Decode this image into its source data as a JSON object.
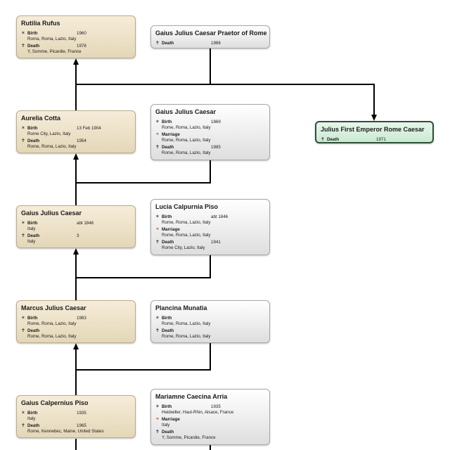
{
  "people": [
    {
      "id": "rutilia",
      "name": "Rutilia Rufus",
      "style": "tan",
      "events": [
        {
          "type": "birth",
          "label": "Birth",
          "date": "1960",
          "place": "Roma, Roma, Lazio, Italy"
        },
        {
          "type": "death",
          "label": "Death",
          "date": "1978",
          "place": "Y, Somme, Picardie, France"
        }
      ]
    },
    {
      "id": "gjc-praetor",
      "name": "Gaius Julius Caesar Praetor of Rome",
      "style": "gray",
      "events": [
        {
          "type": "death",
          "label": "Death",
          "date": "1986",
          "place": ""
        }
      ]
    },
    {
      "id": "aurelia",
      "name": "Aurelia Cotta",
      "style": "tan",
      "events": [
        {
          "type": "birth",
          "label": "Birth",
          "date": "13 Feb 1904",
          "place": "Rome City, Lazio, Italy"
        },
        {
          "type": "death",
          "label": "Death",
          "date": "1954",
          "place": "Rome, Roma, Lazio, Italy"
        }
      ]
    },
    {
      "id": "gjc-2",
      "name": "Gaius Julius Caesar",
      "style": "gray",
      "events": [
        {
          "type": "birth",
          "label": "Birth",
          "date": "1869",
          "place": "Rome, Roma, Lazio, Italy"
        },
        {
          "type": "marriage",
          "label": "Marriage",
          "date": "",
          "place": "Rome, Roma, Lazio, Italy"
        },
        {
          "type": "death",
          "label": "Death",
          "date": "1985",
          "place": "Rome, Roma, Lazio, Italy"
        }
      ]
    },
    {
      "id": "julius-first",
      "name": "Julius First Emperor Rome Caesar",
      "style": "green",
      "events": [
        {
          "type": "death",
          "label": "Death",
          "date": "1971",
          "place": ""
        }
      ]
    },
    {
      "id": "gjc-3",
      "name": "Gaius Julius Caesar",
      "style": "tan",
      "events": [
        {
          "type": "birth",
          "label": "Birth",
          "date": "abt 1846",
          "place": "Italy"
        },
        {
          "type": "death",
          "label": "Death",
          "date": "3",
          "place": "Italy"
        }
      ]
    },
    {
      "id": "lucia",
      "name": "Lucia Calpurnia Piso",
      "style": "gray",
      "events": [
        {
          "type": "birth",
          "label": "Birth",
          "date": "abt 1846",
          "place": "Rome, Roma, Lazio, Italy"
        },
        {
          "type": "marriage",
          "label": "Marriage",
          "date": "",
          "place": "Rome, Roma, Lazio, Italy"
        },
        {
          "type": "death",
          "label": "Death",
          "date": "1941",
          "place": "Rome City, Lazio, Italy"
        }
      ]
    },
    {
      "id": "marcus",
      "name": "Marcus Julius Caesar",
      "style": "tan",
      "events": [
        {
          "type": "birth",
          "label": "Birth",
          "date": "1983",
          "place": "Rome, Roma, Lazio, Italy"
        },
        {
          "type": "death",
          "label": "Death",
          "date": "",
          "place": "Rome, Roma, Lazio, Italy"
        }
      ]
    },
    {
      "id": "plancina",
      "name": "Plancina Munatia",
      "style": "gray",
      "events": [
        {
          "type": "birth",
          "label": "Birth",
          "date": "",
          "place": "Rome, Roma, Lazio, Italy"
        },
        {
          "type": "death",
          "label": "Death",
          "date": "",
          "place": "Rome, Roma, Lazio, Italy"
        }
      ]
    },
    {
      "id": "gaius-calpernius",
      "name": "Gaius Calpernius Piso",
      "style": "tan",
      "events": [
        {
          "type": "birth",
          "label": "Birth",
          "date": "1935",
          "place": "Italy"
        },
        {
          "type": "death",
          "label": "Death",
          "date": "1965",
          "place": "Rome, Kennebec, Maine, United States"
        }
      ]
    },
    {
      "id": "mariamne",
      "name": "Mariamne Caecina Arria",
      "style": "gray",
      "events": [
        {
          "type": "birth",
          "label": "Birth",
          "date": "1935",
          "place": "Heidwiller, Haut-Rhin, Alsace, France"
        },
        {
          "type": "marriage",
          "label": "Marriage",
          "date": "",
          "place": "Italy"
        },
        {
          "type": "death",
          "label": "Death",
          "date": "",
          "place": "Y, Somme, Picardie, France"
        }
      ]
    }
  ],
  "icons": {
    "birth": "birth-icon",
    "death": "death-cross-icon",
    "marriage": "marriage-rings-icon"
  },
  "colors": {
    "line": "#000000",
    "tan_card": "#efe4cc",
    "gray_card": "#f0f0f0",
    "green_card": "#d6f0dc",
    "green_border": "#2f4f3a"
  }
}
